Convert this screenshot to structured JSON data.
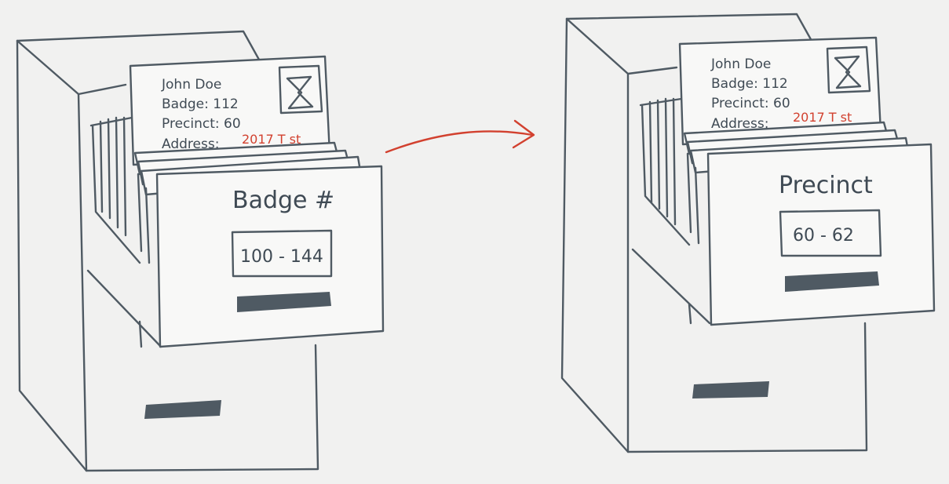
{
  "left_cabinet": {
    "card": {
      "name": "John Doe",
      "badge": "Badge: 112",
      "precinct": "Precinct: 60",
      "address_label": "Address:",
      "address_value": "2017 T st"
    },
    "drawer_label": "Badge #",
    "drawer_range": "100 - 144"
  },
  "right_cabinet": {
    "card": {
      "name": "John Doe",
      "badge": "Badge: 112",
      "precinct": "Precinct: 60",
      "address_label": "Address:",
      "address_value": "2017 T st"
    },
    "drawer_label": "Precinct",
    "drawer_range": "60 - 62"
  },
  "colors": {
    "ink": "#4f5a63",
    "accent_red": "#d2412f",
    "paper": "#f1f1f0"
  }
}
